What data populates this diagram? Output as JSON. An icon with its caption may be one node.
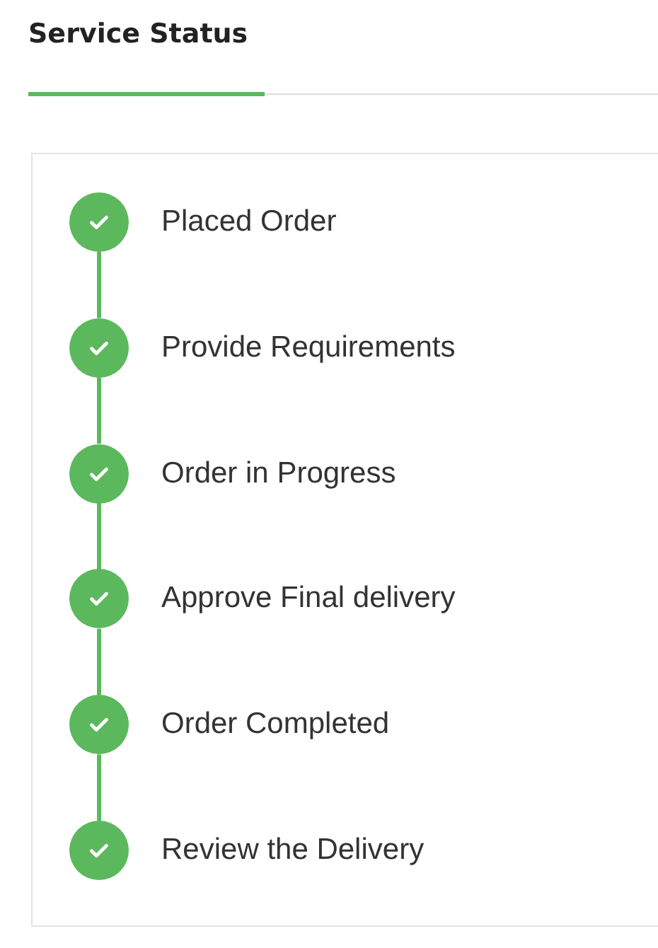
{
  "diagram": {
    "title": "Service Status",
    "nodes": [
      {
        "text": [
          "Placed Order"
        ]
      },
      {
        "text": [
          "Provide Requirements"
        ]
      },
      {
        "text": [
          "Order in Progress"
        ]
      },
      {
        "text": [
          "Approve Final delivery"
        ]
      },
      {
        "text": [
          "Order Completed"
        ]
      },
      {
        "text": [
          "Review the Delivery"
        ]
      }
    ],
    "edges": [
      {
        "from": 0,
        "to": 1,
        "arrow": "none"
      },
      {
        "from": 1,
        "to": 2,
        "arrow": "none"
      },
      {
        "from": 2,
        "to": 3,
        "arrow": "none"
      },
      {
        "from": 3,
        "to": 4,
        "arrow": "none"
      },
      {
        "from": 4,
        "to": 5,
        "arrow": "none"
      }
    ]
  }
}
